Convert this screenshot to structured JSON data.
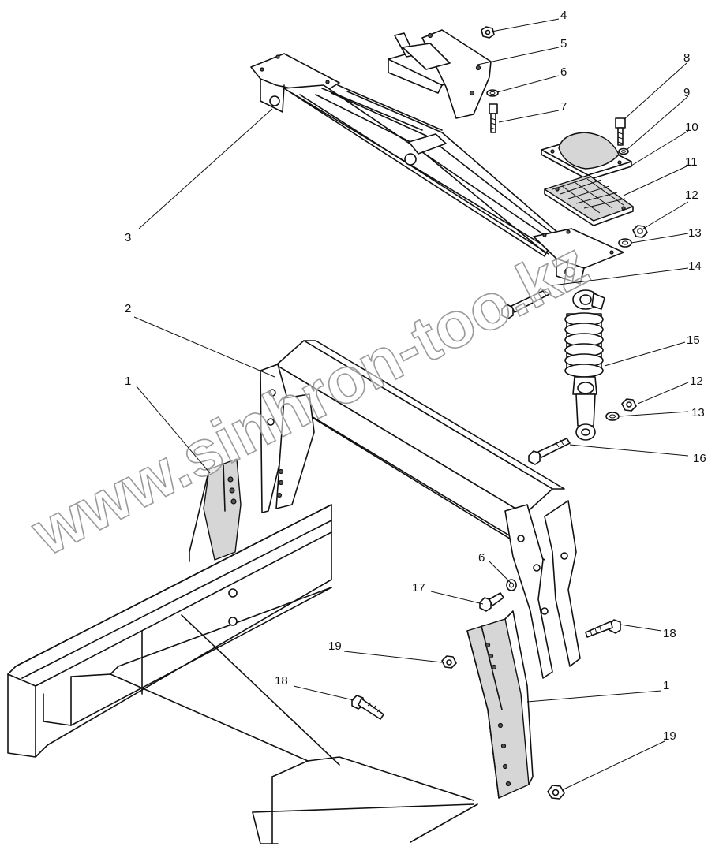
{
  "diagram": {
    "watermark": "www.sinhron-too.kz",
    "callouts": [
      {
        "id": "c4",
        "text": "4"
      },
      {
        "id": "c5",
        "text": "5"
      },
      {
        "id": "c6a",
        "text": "6"
      },
      {
        "id": "c7",
        "text": "7"
      },
      {
        "id": "c8",
        "text": "8"
      },
      {
        "id": "c9",
        "text": "9"
      },
      {
        "id": "c10",
        "text": "10"
      },
      {
        "id": "c11",
        "text": "11"
      },
      {
        "id": "c12a",
        "text": "12"
      },
      {
        "id": "c13a",
        "text": "13"
      },
      {
        "id": "c14",
        "text": "14"
      },
      {
        "id": "c3",
        "text": "3"
      },
      {
        "id": "c2",
        "text": "2"
      },
      {
        "id": "c15",
        "text": "15"
      },
      {
        "id": "c1a",
        "text": "1"
      },
      {
        "id": "c12b",
        "text": "12"
      },
      {
        "id": "c13b",
        "text": "13"
      },
      {
        "id": "c16",
        "text": "16"
      },
      {
        "id": "c6b",
        "text": "6"
      },
      {
        "id": "c17",
        "text": "17"
      },
      {
        "id": "c18a",
        "text": "18"
      },
      {
        "id": "c19a",
        "text": "19"
      },
      {
        "id": "c18b",
        "text": "18"
      },
      {
        "id": "c1b",
        "text": "1"
      },
      {
        "id": "c19b",
        "text": "19"
      }
    ]
  }
}
